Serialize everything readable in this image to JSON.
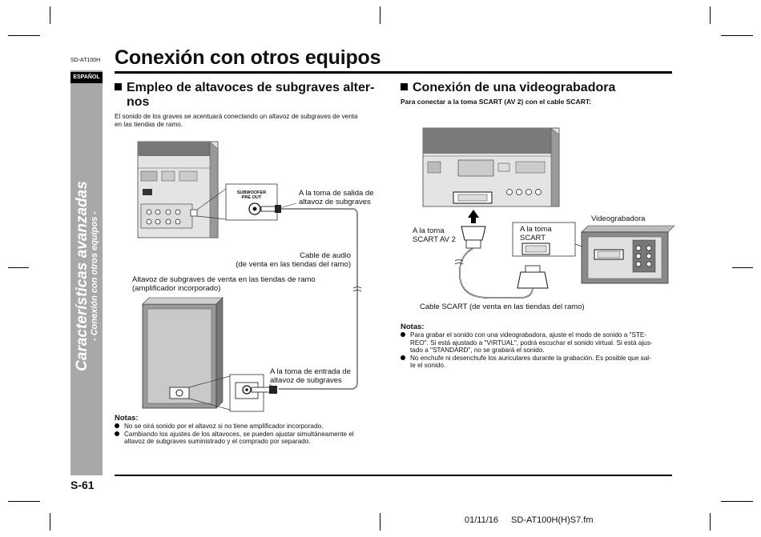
{
  "header": {
    "model": "SD-AT100H",
    "title": "Conexión con otros equipos"
  },
  "sidebar": {
    "language": "ESPAÑOL",
    "section": "Características avanzadas",
    "subsection": "- Conexión con otros equipos -"
  },
  "left": {
    "heading_line1": "Empleo de altavoces de subgraves alter-",
    "heading_line2": "nos",
    "intro_line1": "El sonido de los graves se acentuará conectando un altavoz de subgraves de venta",
    "intro_line2": "en las tiendas de ramo.",
    "panel_label_line1": "SUBWOOFER",
    "panel_label_line2": "PRE OUT",
    "callout_out_line1": "A la toma de salida de",
    "callout_out_line2": "altavoz de subgraves",
    "cable_line1": "Cable de audio",
    "cable_line2": "(de venta en las tiendas del ramo)",
    "speaker_line1": "Altavoz de subgraves de venta en las tiendas de ramo",
    "speaker_line2": "(amplificador incorporado)",
    "callout_in_line1": "A la toma de entrada de",
    "callout_in_line2": "altavoz de subgraves",
    "notes_title": "Notas:",
    "notes": [
      {
        "line1": "No se oirá sonido por el altavoz si no tiene amplificador incorporado."
      },
      {
        "line1": "Cambiando los ajustes de los altavoces, se pueden ajustar simultáneamente el",
        "line2": "altavoz de subgraves suministrado y el comprado por separado."
      }
    ]
  },
  "right": {
    "heading": "Conexión de una videograbadora",
    "subheading": "Para conectar a la toma SCART (AV 2) con el cable SCART:",
    "vcr_label": "Videograbadora",
    "scart_av2_line1": "A la toma",
    "scart_av2_line2": "SCART AV 2",
    "scart_line1": "A la toma",
    "scart_line2": "SCART",
    "cable_label": "Cable SCART (de venta en las tiendas del ramo)",
    "notes_title": "Notas:",
    "notes": [
      {
        "line1": "Para grabar el sonido con una videograbadora, ajuste el modo de sonido a \"STE-",
        "line2": "REO\". Si está ajustado a \"VIRTUAL\", podrá escuchar el sonido virtual. Si está ajus-",
        "line3": "tado a \"STANDARD\", no se grabará el sonido."
      },
      {
        "line1": "No enchufe ni desenchufe los auriculares durante la grabación. Es posible que sal-",
        "line2": "te el sonido."
      }
    ]
  },
  "footer": {
    "page": "S-61",
    "date": "01/11/16",
    "file": "SD-AT100H(H)S7.fm"
  }
}
